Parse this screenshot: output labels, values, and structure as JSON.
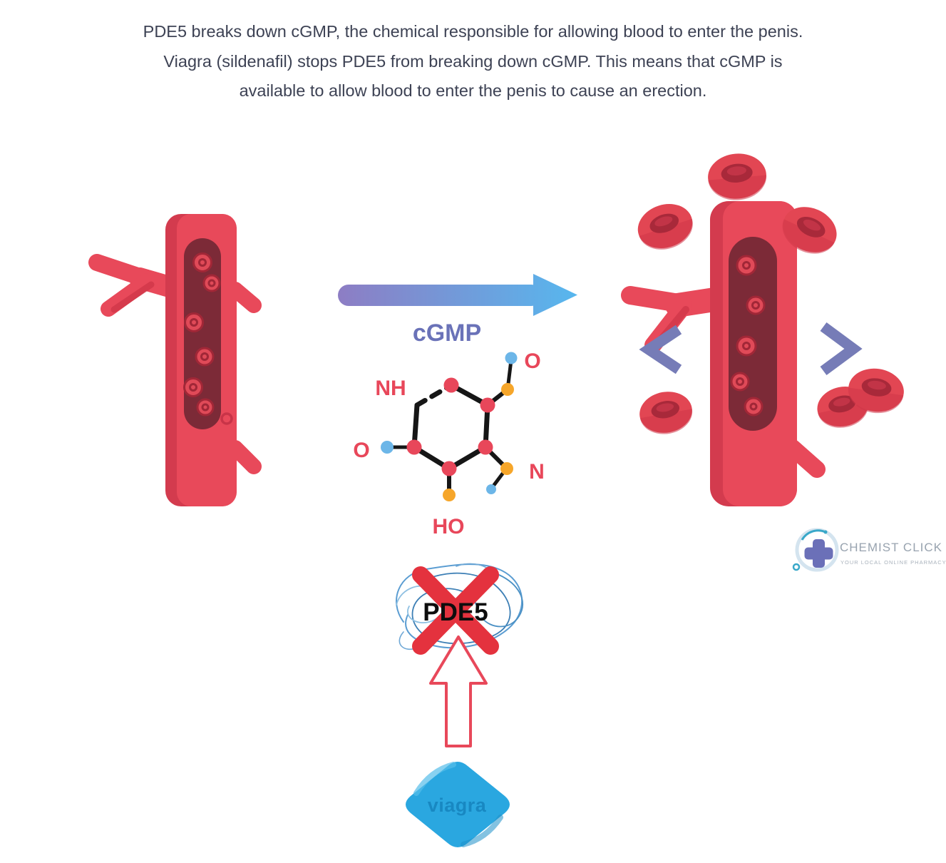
{
  "header": {
    "line1": "PDE5 breaks down cGMP, the chemical responsible for allowing blood to enter the penis.",
    "line2": "Viagra (sildenafil) stops PDE5 from breaking down cGMP. This means that cGMP is",
    "line3": "available to allow blood to enter the penis to cause an erection."
  },
  "labels": {
    "cgmp": "cGMP",
    "pde5": "PDE5",
    "pill": "viagra",
    "molecule": {
      "nh": "NH",
      "o_top_right": "O",
      "o_left": "O",
      "n_right": "N",
      "ho_bottom": "HO"
    }
  },
  "logo": {
    "name": "CHEMIST CLICK",
    "tagline": "YOUR LOCAL ONLINE PHARMACY"
  },
  "colors": {
    "header_text": "#3d4254",
    "vessel_red": "#e8495a",
    "vessel_red_dark": "#d33b4e",
    "vessel_interior": "#7c2a37",
    "blood_cell_red": "#e04a58",
    "blood_cell_ring": "#a12737",
    "arrow_gradient_start": "#8d7dc4",
    "arrow_gradient_end": "#57b7ee",
    "cgmp_text": "#6a72b8",
    "chevron_purple": "#767cb7",
    "molecule_label_red": "#e8475a",
    "atom_red": "#e8475a",
    "atom_orange": "#f6a62a",
    "atom_blue": "#6cb6e8",
    "bond_black": "#161616",
    "scribble_blue": "#4a90c4",
    "cross_red": "#e4323e",
    "up_arrow_red": "#e8485a",
    "pill_blue": "#2aa7e0",
    "pill_text_blue": "#1583bd",
    "logo_purple": "#6b70b8",
    "logo_teal": "#39a8c9",
    "logo_gray": "#98a3af"
  }
}
